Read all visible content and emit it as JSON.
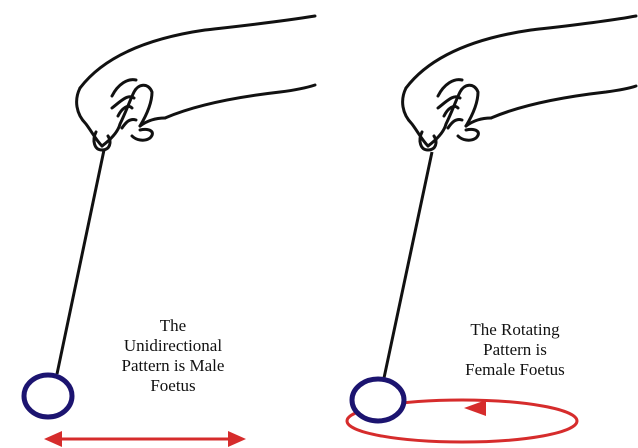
{
  "panels": [
    {
      "id": "male",
      "caption_lines": [
        "The",
        "Unidirectional",
        "Pattern is Male",
        "Foetus"
      ],
      "motion": "unidirectional"
    },
    {
      "id": "female",
      "caption_lines": [
        "The Rotating",
        "Pattern is",
        "Female Foetus"
      ],
      "motion": "rotating"
    }
  ],
  "colors": {
    "ring": "#1c1470",
    "arrow": "#d62c2c",
    "line": "#111111"
  },
  "icons": [
    "hand-icon",
    "pendulum-ring-icon",
    "double-arrow-icon",
    "circular-arrow-icon"
  ]
}
